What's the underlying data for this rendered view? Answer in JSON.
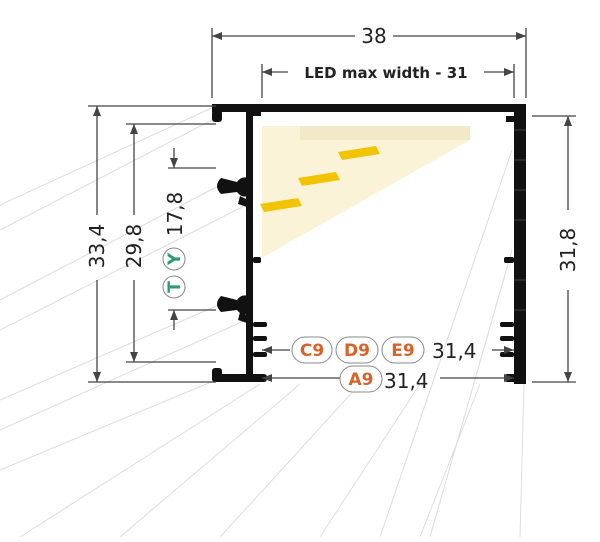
{
  "dimensions": {
    "total_width": "38",
    "led_max_width": "LED max width - 31",
    "total_height": "33,4",
    "inner_height": "29,8",
    "channel_height": "17,8",
    "right_height": "31,8",
    "upper_inner_width": "31,4",
    "lower_inner_width": "31,4"
  },
  "badges": {
    "left": [
      "T",
      "Y"
    ],
    "upper": [
      "C9",
      "D9",
      "E9"
    ],
    "lower": [
      "A9"
    ]
  },
  "colors": {
    "profile": "#111111",
    "dimension": "#444444",
    "badge_green": "#2e9a74",
    "badge_orange": "#d4642a",
    "led_yellow": "#f2c400",
    "glow": "#fbf3d8"
  }
}
